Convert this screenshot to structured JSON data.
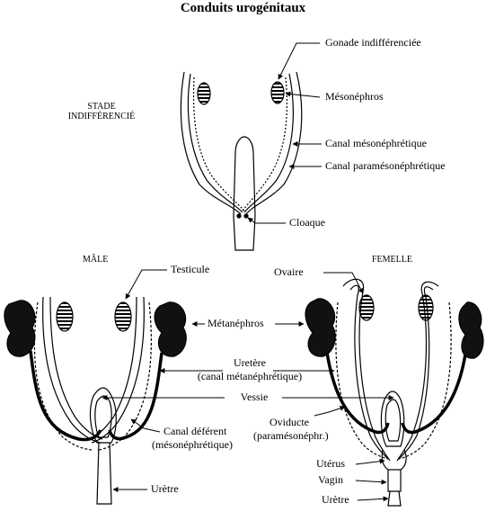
{
  "title": "Conduits urogénitaux",
  "stages": {
    "indifferent": "STADE\nINDIFFÉRENCIÉ",
    "male": "MÂLE",
    "female": "FEMELLE"
  },
  "labels": {
    "gonade": "Gonade indifférenciée",
    "mesonephros": "Mésonéphros",
    "canal_mesonephretique": "Canal mésonéphrétique",
    "canal_paramesonephretique": "Canal paramésonéphrétique",
    "cloaque": "Cloaque",
    "testicule": "Testicule",
    "ovaire": "Ovaire",
    "metanephros": "Métanéphros",
    "uretere": "Uretère",
    "uretere_sub": "(canal métanéphrétique)",
    "vessie": "Vessie",
    "canal_deferent": "Canal déférent",
    "canal_deferent_sub": "(mésonéphrétique)",
    "oviducte": "Oviducte",
    "oviducte_sub": "(paramésonéphr.)",
    "uterus": "Utérus",
    "vagin": "Vagin",
    "uretre_male": "Urètre",
    "uretre_female": "Urètre"
  },
  "colors": {
    "ink": "#000000",
    "kidney": "#111111",
    "paper": "#ffffff"
  }
}
